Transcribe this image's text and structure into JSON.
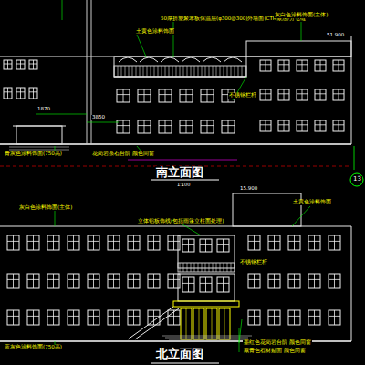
{
  "diagram": {
    "labels": [
      "50厚挤塑聚苯板保温层(φ300@300)外墙面(CTR做法)分仓缝",
      "土黄色涂料饰面",
      "灰白色涂料饰面(主体)",
      "51.900",
      "不锈钢栏杆",
      "1870",
      "3850",
      "青灰色涂料饰面(750高)",
      "花岗岩条石台阶 颜色同窗",
      "南立面图",
      "1:100",
      "13",
      "灰白色涂料饰面(主体)",
      "立体铝板饰线(包括雨篷立柱面处理)",
      "土黄色涂料饰面",
      "15.900",
      "不锈钢栏杆",
      "蓝灰色涂料饰面(750高)",
      "墨红色花岗岩台阶 颜色同窗",
      "藏青色石材贴面 颜色同窗",
      "北立面图"
    ]
  }
}
